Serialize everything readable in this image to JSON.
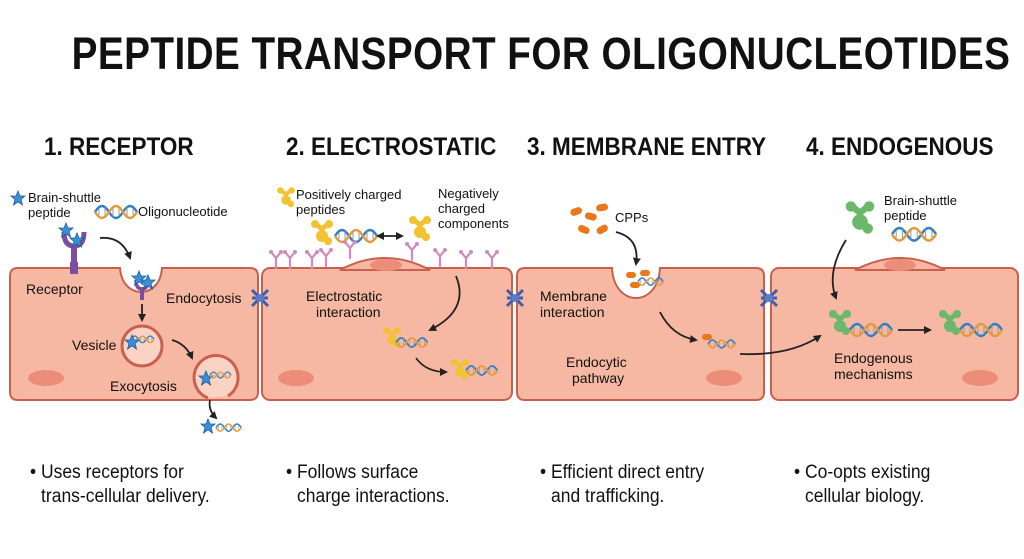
{
  "title": "PEPTIDE TRANSPORT FOR OLIGONUCLEOTIDES",
  "panels": [
    {
      "heading": "1. RECEPTOR",
      "labels": {
        "shuttle_1": "Brain-shuttle",
        "shuttle_2": "peptide",
        "oligo": "Oligonucleotide",
        "receptor": "Receptor",
        "endocytosis": "Endocytosis",
        "vesicle": "Vesicle",
        "exocytosis": "Exocytosis"
      },
      "caption_1": "• Uses receptors for",
      "caption_2": "trans-cellular delivery."
    },
    {
      "heading": "2. ELECTROSTATIC",
      "labels": {
        "pos_1": "Positively charged",
        "pos_2": "peptides",
        "neg_1": "Negatively",
        "neg_2": "charged",
        "neg_3": "components",
        "interaction_1": "Electrostatic",
        "interaction_2": "interaction"
      },
      "caption_1": "• Follows surface",
      "caption_2": "charge interactions."
    },
    {
      "heading": "3. MEMBRANE ENTRY",
      "labels": {
        "cpps": "CPPs",
        "membrane_1": "Membrane",
        "membrane_2": "interaction",
        "endocytic_1": "Endocytic",
        "endocytic_2": "pathway"
      },
      "caption_1": "• Efficient direct entry",
      "caption_2": "and trafficking."
    },
    {
      "heading": "4. ENDOGENOUS",
      "labels": {
        "shuttle_1": "Brain-shuttle",
        "shuttle_2": "peptide",
        "mech_1": "Endogenous",
        "mech_2": "mechanisms"
      },
      "caption_1": "• Co-opts existing",
      "caption_2": "cellular biology."
    }
  ],
  "colors": {
    "cell_fill": "#f6b8a2",
    "cell_stroke": "#c9604e",
    "nucleus": "#eb8d79",
    "shuttle_peptide": "#3d8ed6",
    "receptor": "#7b4fa0",
    "cationic_peptide": "#f2c230",
    "cpp": "#e9771c",
    "endogenous_peptide": "#6bb86a",
    "surface_component": "#cf8bc1",
    "junction": "#3d5fb0",
    "dna_blue": "#2f7fc4",
    "dna_orange": "#e79a3a"
  }
}
